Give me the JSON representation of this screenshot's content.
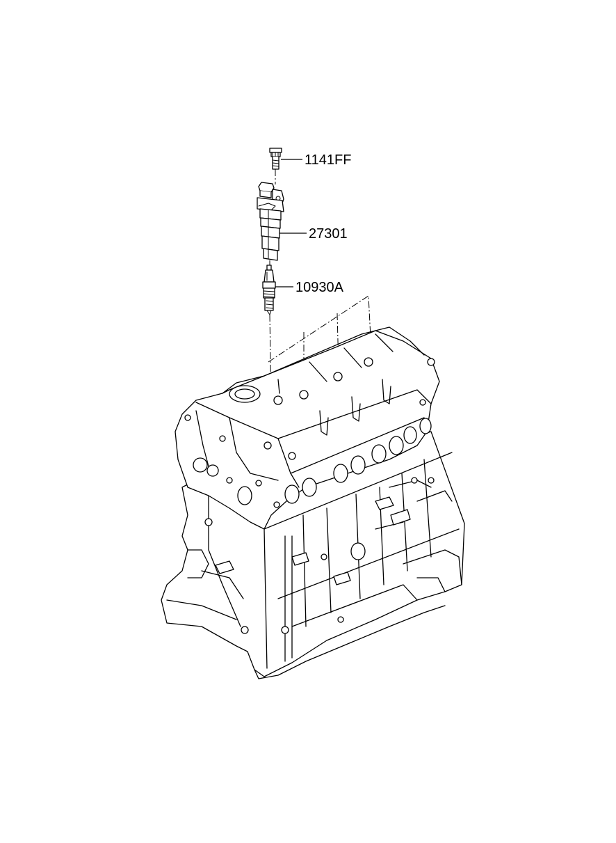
{
  "parts": [
    {
      "id": "bolt",
      "number": "1141FF"
    },
    {
      "id": "ignition-coil",
      "number": "27301"
    },
    {
      "id": "spark-plug",
      "number": "10930A"
    }
  ],
  "colors": {
    "line": "#000000",
    "background": "#ffffff"
  },
  "icons": {
    "engine": "engine-assembly-icon",
    "bolt": "bolt-icon",
    "coil": "ignition-coil-icon",
    "plug": "spark-plug-icon"
  }
}
